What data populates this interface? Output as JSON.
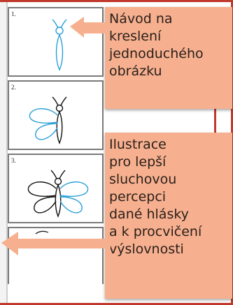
{
  "panels": [
    {
      "number": "1."
    },
    {
      "number": "2."
    },
    {
      "number": "3."
    }
  ],
  "callout_top": {
    "lines": [
      "Návod na",
      "kreslení",
      "jednoduchého",
      "obrázku"
    ]
  },
  "callout_bottom": {
    "lines": [
      "Ilustrace",
      "pro lepší",
      "sluchovou",
      "percepci",
      "dané hlásky",
      "a k procvičení",
      "výslovnosti"
    ]
  },
  "colors": {
    "callout_fill": "#f6b08f",
    "grid_red": "#c0392b",
    "drawing_blue": "#2a9fd6",
    "drawing_black": "#111111"
  },
  "icons": [
    "butterfly-body-icon",
    "butterfly-wings-icon",
    "butterfly-full-icon",
    "left-arrow-icon"
  ]
}
